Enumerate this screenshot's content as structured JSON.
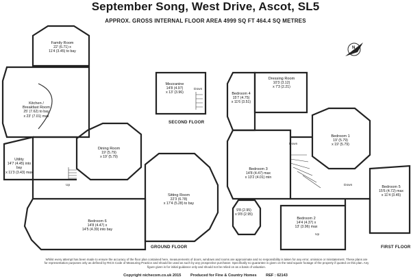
{
  "header": {
    "title": "September Song, West Drive, Ascot, SL5",
    "area": "APPROX. GROSS INTERNAL FLOOR AREA 4999 SQ FT 464.4 SQ METRES"
  },
  "compass": "N",
  "floors": {
    "ground": "GROUND FLOOR",
    "first": "FIRST FLOOR",
    "second": "SECOND FLOOR"
  },
  "rooms": {
    "family": {
      "name": "Family Room",
      "l1": "22' (6.71) x",
      "l2": "11'4 (3.45) to bay"
    },
    "kitchen": {
      "name1": "Kitchen /",
      "name2": "Breakfast Room",
      "l1": "25' (7.62) to bay",
      "l2": "x 23' (7.01) max"
    },
    "utility": {
      "name": "Utility",
      "l1": "14'7 (4.45) into bay",
      "l2": "x 11'3 (3.43) max"
    },
    "dining": {
      "name": "Dining Room",
      "l1": "19' (5.79)",
      "l2": "x 19' (5.79)"
    },
    "sitting": {
      "name": "Sitting Room",
      "l1": "22'3 (6.78)",
      "l2": "x 17'4 (5.28) to bay"
    },
    "bedroom6": {
      "name": "Bedroom 6",
      "l1": "14'8 (4.47) x",
      "l2": "14'5 (4.39) into bay"
    },
    "mezzanine": {
      "name": "Mezzanine",
      "l1": "14'8 (4.97)",
      "l2": "x 13' (3.96)"
    },
    "bedroom4": {
      "name": "Bedroom 4",
      "l1": "15'7 (4.75)",
      "l2": "x 11'6 (3.51)"
    },
    "dressing": {
      "name": "Dressing Room",
      "l1": "10'3 (3.12)",
      "l2": "x 7'3 (2.21)"
    },
    "bedroom1": {
      "name": "Bedroom 1",
      "l1": "19' (5.79)",
      "l2": "x 19' (5.79)"
    },
    "bedroom3": {
      "name": "Bedroom 3",
      "l1": "14'8 (4.47) max",
      "l2": "x 13'2 (4.01) min"
    },
    "bedroom2": {
      "name": "Bedroom 2",
      "l1": "14'4 (4.37) x",
      "l2": "13' (3.96) max"
    },
    "bedroom5": {
      "name": "Bedroom 5",
      "l1": "15'6 (4.72) max",
      "l2": "x 11'4 (3.45)"
    },
    "bay": {
      "l1": "9'8 (2.95)",
      "l2": "x 9'8 (2.95)"
    }
  },
  "labels": {
    "up": "Up",
    "down": "Down"
  },
  "disclaimer": "Whilst every attempt has been made to ensure the accuracy of the floor plan contained here, measurements of doors, windows and rooms are approximate and no responsibility is taken for any error, omission or misstatement. These plans are for representation purposes only as defined by RICS Code of Measuring Practice and should be used as such by any prospective purchaser. Specifically no guarantee is given on the total square footage of the property if quoted on this plan. Any figure given is for initial guidance only and should not be relied on as a basis of valuation.",
  "footer": {
    "copyright": "Copyright nichecom.co.uk 2015",
    "produced": "Produced for Fine & Country Homes",
    "ref": "REF : 62143"
  }
}
